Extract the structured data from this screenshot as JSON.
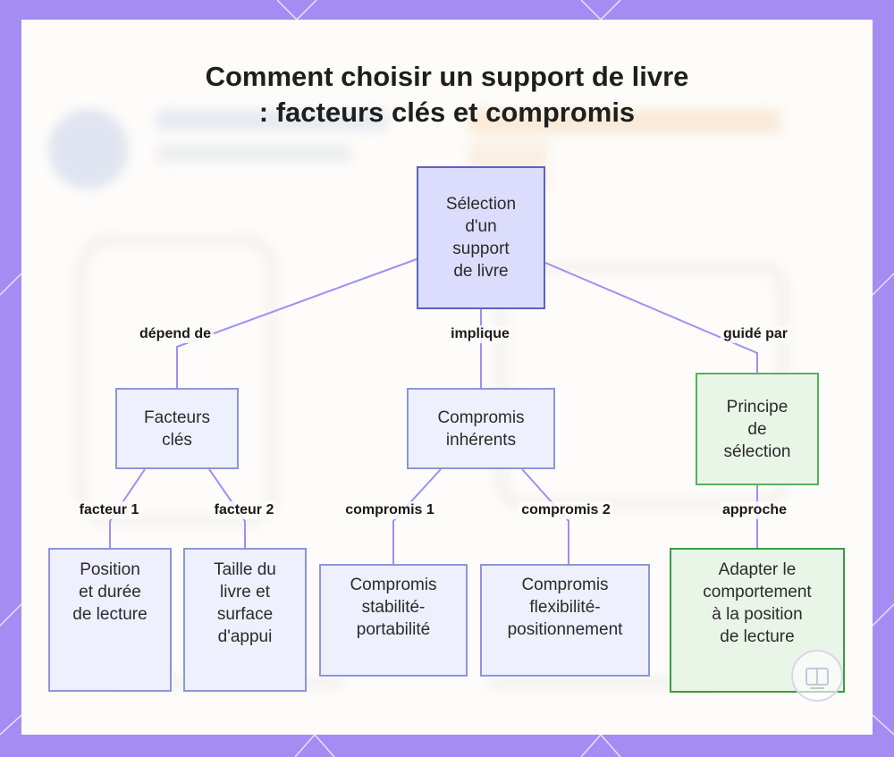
{
  "title": {
    "line1": "Comment choisir un support de livre",
    "line2": ": facteurs clés et compromis"
  },
  "nodes": {
    "root": "Sélection\nd'un\nsupport\nde livre",
    "facteurs": "Facteurs\nclés",
    "compromis": "Compromis\ninhérents",
    "principe": "Principe\nde\nsélection",
    "position": "Position\net durée\nde lecture",
    "taille": "Taille du\nlivre et\nsurface\nd'appui",
    "stabilite": "Compromis\nstabilité-\nportabilité",
    "flexibilite": "Compromis\nflexibilité-\npositionnement",
    "adapter": "Adapter le\ncomportement\nà la position\nde lecture"
  },
  "edges": {
    "depend": "dépend de",
    "implique": "implique",
    "guide": "guidé par",
    "facteur1": "facteur 1",
    "facteur2": "facteur 2",
    "compromis1": "compromis 1",
    "compromis2": "compromis 2",
    "approche": "approche"
  },
  "colors": {
    "background": "#a48cf3",
    "panel": "#fdfcfa",
    "connector": "#a48cf3",
    "root_fill": "#dcdcfc",
    "root_border": "#5b64b8",
    "blue_fill": "#eef0fd",
    "blue_border": "#8c96d8",
    "green_fill": "#e9f6e7",
    "green_border": "#55b25a"
  }
}
